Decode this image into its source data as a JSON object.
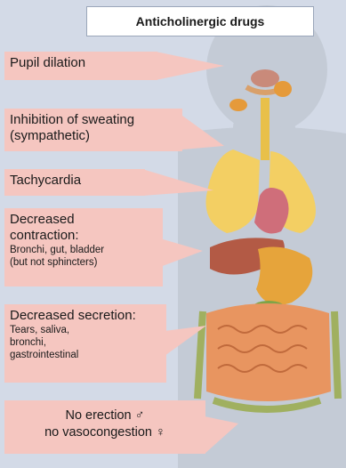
{
  "title": "Anticholinergic drugs",
  "labels": {
    "pupil": "Pupil dilation",
    "sweat_1": "Inhibition of sweating",
    "sweat_2": "(sympathetic)",
    "tachy": "Tachycardia",
    "contraction_1": "Decreased",
    "contraction_2": "contraction:",
    "contraction_3": "Bronchi, gut, bladder",
    "contraction_4": "(but not sphincters)",
    "secretion_1": "Decreased secretion:",
    "secretion_2": "Tears, saliva,",
    "secretion_3": "bronchi,",
    "secretion_4": "gastrointestinal",
    "erection": "No erection ♂",
    "vaso": "no vasocongestion ♀"
  },
  "colors": {
    "background": "#d3dae7",
    "label_box": "#f5c6c0",
    "body": "#c4cbd6",
    "lungs": "#f3cf63",
    "heart": "#cf6e7a",
    "liver": "#b35a45",
    "stomach": "#e6a43b",
    "intestine": "#e89560"
  },
  "icons": [
    "male-symbol",
    "female-symbol"
  ]
}
